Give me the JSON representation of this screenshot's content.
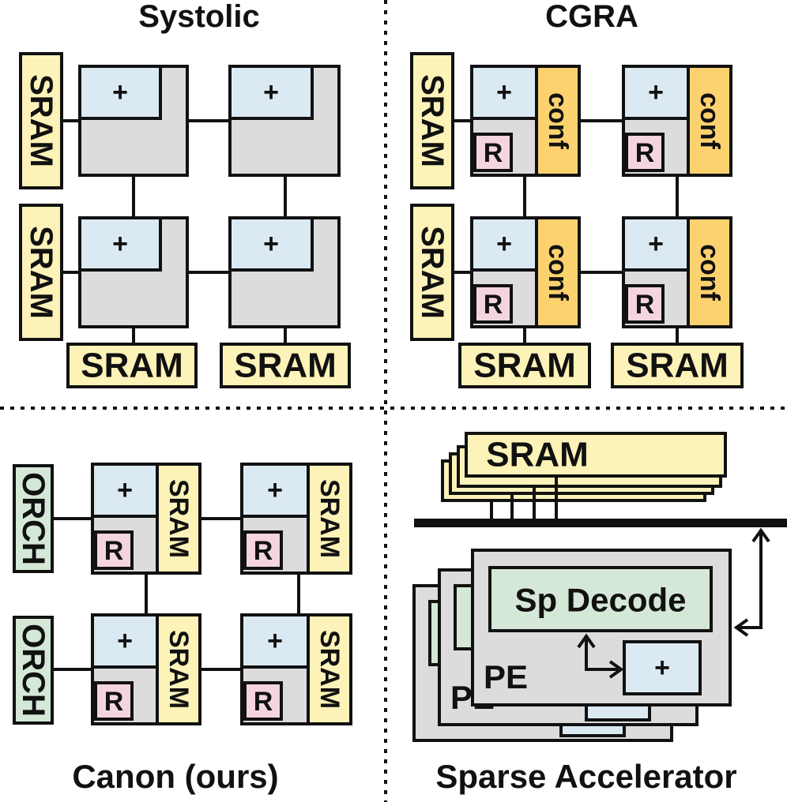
{
  "quadrants": {
    "systolic": {
      "title": "Systolic"
    },
    "cgra": {
      "title": "CGRA"
    },
    "canon": {
      "title": "Canon (ours)"
    },
    "sparse": {
      "title": "Sparse Accelerator"
    }
  },
  "labels": {
    "sram": "SRAM",
    "plus": "+",
    "register": "R",
    "conf": "conf",
    "orch": "ORCH",
    "sp_decode": "Sp Decode",
    "pe": "PE"
  },
  "colors": {
    "sram_fill": "#fdf3b8",
    "pe_fill": "#dcdcdc",
    "alu_fill": "#dbe9f2",
    "reg_fill": "#f4d5df",
    "conf_fill": "#fcd26f",
    "orch_fill": "#d5e8d7",
    "decode_fill": "#d5e8d7",
    "line": "#111111"
  }
}
